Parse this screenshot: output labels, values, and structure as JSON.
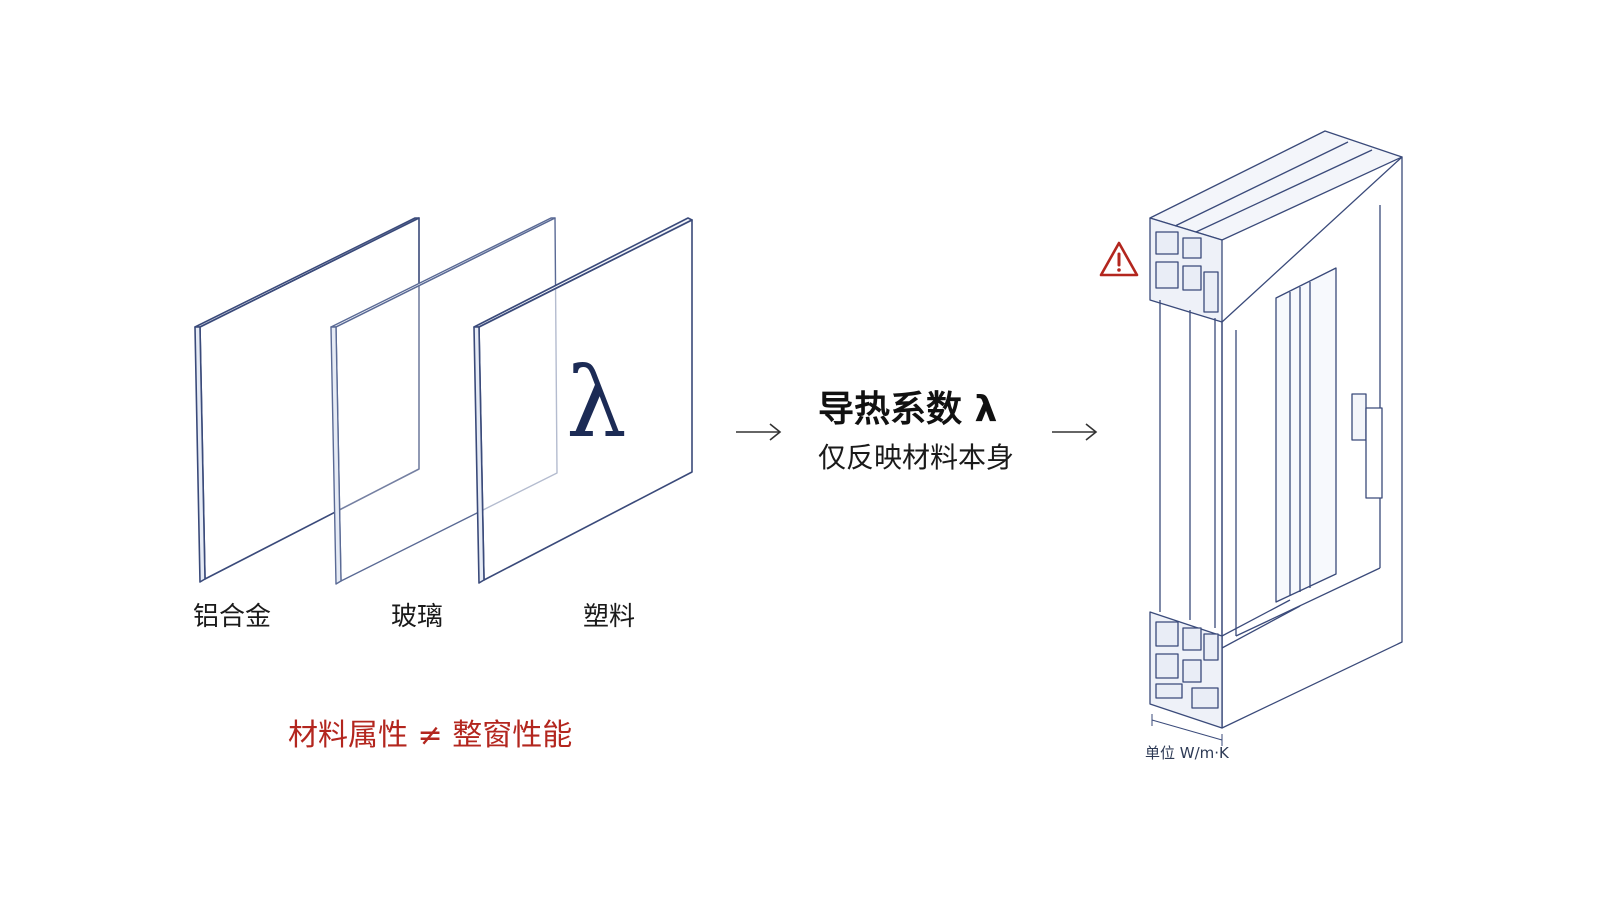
{
  "materials": [
    {
      "label": "铝合金"
    },
    {
      "label": "玻璃"
    },
    {
      "label": "塑料"
    }
  ],
  "lambda_symbol": "λ",
  "concept": {
    "title": "导热系数 λ",
    "subtitle": "仅反映材料本身"
  },
  "warning": {
    "text": "材料属性 ≠ 整窗性能",
    "icon": "warning-triangle-icon",
    "color": "#b3261e"
  },
  "window_section": {
    "unit_label": "单位 W/m·K"
  },
  "colors": {
    "line": "#3a4a7a",
    "lambda": "#1c2b55",
    "accent_red": "#b3261e"
  }
}
